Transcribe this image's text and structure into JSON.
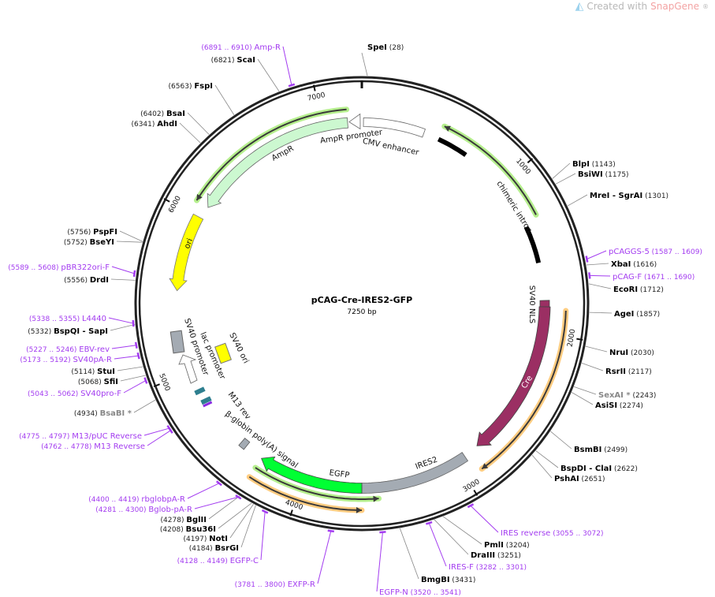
{
  "brand": {
    "prefix": "Created with ",
    "name": "SnapGene",
    "mark": "®"
  },
  "plasmid": {
    "name": "pCAG-Cre-IRES2-GFP",
    "length_label": "7250 bp",
    "length": 7250
  },
  "features": {
    "ampr_promoter": "AmpR promoter",
    "cmv_enhancer": "CMV enhancer",
    "ampr": "AmpR",
    "ori": "ori",
    "chimeric_intron": "chimeric intron",
    "sv40_nls": "SV40 NLS",
    "cre": "Cre",
    "ires2": "IRES2",
    "egfp": "EGFP",
    "bglobin": "β-globin poly(A) signal",
    "m13rev": "M13 rev",
    "lac_promoter": "lac promoter",
    "sv40_promoter": "SV40 promoter",
    "sv40_ori": "SV40 ori"
  },
  "ticks": [
    "1000",
    "2000",
    "3000",
    "4000",
    "5000",
    "6000",
    "7000"
  ],
  "enzymes": [
    {
      "name": "SpeI",
      "pos": 28
    },
    {
      "name": "BlpI",
      "pos": 1143
    },
    {
      "name": "BsiWI",
      "pos": 1175
    },
    {
      "name": "MreI  - SgrAI",
      "pos": 1301
    },
    {
      "name": "XbaI",
      "pos": 1616
    },
    {
      "name": "EcoRI",
      "pos": 1712
    },
    {
      "name": "AgeI",
      "pos": 1857
    },
    {
      "name": "NruI",
      "pos": 2030
    },
    {
      "name": "RsrII",
      "pos": 2117
    },
    {
      "name": "SexAI *",
      "pos": 2243,
      "gray": true
    },
    {
      "name": "AsiSI",
      "pos": 2274
    },
    {
      "name": "BsmBI",
      "pos": 2499
    },
    {
      "name": "BspDI  - ClaI",
      "pos": 2622
    },
    {
      "name": "PshAI",
      "pos": 2651
    },
    {
      "name": "PmlI",
      "pos": 3204
    },
    {
      "name": "DraIII",
      "pos": 3251
    },
    {
      "name": "BmgBI",
      "pos": 3431
    },
    {
      "name": "BsrGI",
      "pos": 4184
    },
    {
      "name": "NotI",
      "pos": 4197
    },
    {
      "name": "Bsu36I",
      "pos": 4208
    },
    {
      "name": "BglII",
      "pos": 4278
    },
    {
      "name": "BsaBI *",
      "pos": 4934,
      "gray": true
    },
    {
      "name": "SfiI",
      "pos": 5068
    },
    {
      "name": "StuI",
      "pos": 5114
    },
    {
      "name": "BspQI  - SapI",
      "pos": 5332
    },
    {
      "name": "DrdI",
      "pos": 5556
    },
    {
      "name": "BseYI",
      "pos": 5752
    },
    {
      "name": "PspFI",
      "pos": 5756
    },
    {
      "name": "AhdI",
      "pos": 6341
    },
    {
      "name": "BsaI",
      "pos": 6402
    },
    {
      "name": "FspI",
      "pos": 6563
    },
    {
      "name": "ScaI",
      "pos": 6821
    }
  ],
  "primers": [
    {
      "name": "pCAGGS-5",
      "range": "(1587 .. 1609)",
      "start": 1587
    },
    {
      "name": "pCAG-F",
      "range": "(1671 .. 1690)",
      "start": 1671
    },
    {
      "name": "IRES reverse",
      "range": "(3055 .. 3072)",
      "start": 3055
    },
    {
      "name": "IRES-F",
      "range": "(3282 .. 3301)",
      "start": 3282
    },
    {
      "name": "EGFP-N",
      "range": "(3520 .. 3541)",
      "start": 3520
    },
    {
      "name": "EXFP-R",
      "range": "(3781 .. 3800)",
      "start": 3781
    },
    {
      "name": "EGFP-C",
      "range": "(4128 .. 4149)",
      "start": 4128
    },
    {
      "name": "Bglob-pA-R",
      "range": "(4281 .. 4300)",
      "start": 4281
    },
    {
      "name": "rbglobpA-R",
      "range": "(4400 .. 4419)",
      "start": 4400
    },
    {
      "name": "M13 Reverse",
      "range": "(4762 .. 4778)",
      "start": 4762
    },
    {
      "name": "M13/pUC Reverse",
      "range": "(4775 .. 4797)",
      "start": 4775
    },
    {
      "name": "SV40pro-F",
      "range": "(5043 .. 5062)",
      "start": 5043
    },
    {
      "name": "SV40pA-R",
      "range": "(5173 .. 5192)",
      "start": 5173
    },
    {
      "name": "EBV-rev",
      "range": "(5227 .. 5246)",
      "start": 5227
    },
    {
      "name": "L4440",
      "range": "(5338 .. 5355)",
      "start": 5338
    },
    {
      "name": "pBR322ori-F",
      "range": "(5589 .. 5608)",
      "start": 5589
    },
    {
      "name": "Amp-R",
      "range": "(6891 .. 6910)",
      "start": 6891
    }
  ],
  "colors": {
    "backbone": "#222222",
    "primer": "#a33cf0",
    "ampr": "#ccf8d0",
    "ori": "#ffff00",
    "cre": "#9b2f63",
    "ires": "#a4abb3",
    "egfp": "#00ff33",
    "orf_green": "#b6ef8e",
    "orf_orange": "#ffcc80"
  }
}
